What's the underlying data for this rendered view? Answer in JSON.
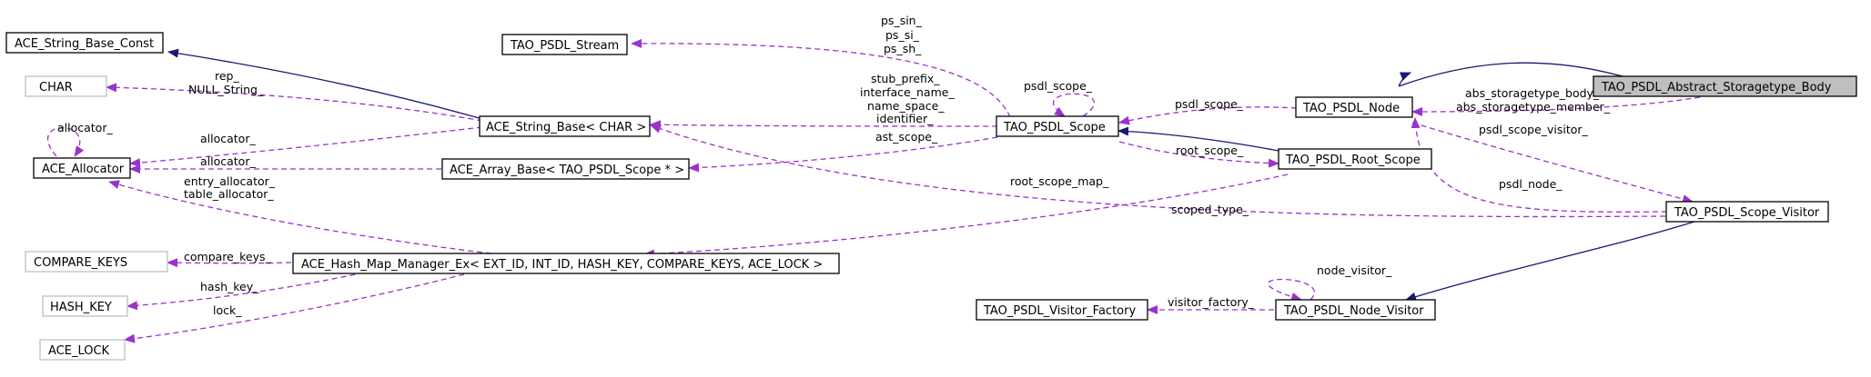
{
  "nodes": {
    "ace_string_base_const": "ACE_String_Base_Const",
    "tao_psdl_stream": "TAO_PSDL_Stream",
    "char": "CHAR",
    "ace_allocator": "ACE_Allocator",
    "ace_string_base_char": "ACE_String_Base< CHAR >",
    "ace_array_base": "ACE_Array_Base< TAO_PSDL_Scope * >",
    "tao_psdl_scope": "TAO_PSDL_Scope",
    "tao_psdl_node": "TAO_PSDL_Node",
    "tao_psdl_abstract_storagetype_body": "TAO_PSDL_Abstract_Storagetype_Body",
    "tao_psdl_root_scope": "TAO_PSDL_Root_Scope",
    "tao_psdl_scope_visitor": "TAO_PSDL_Scope_Visitor",
    "compare_keys": "COMPARE_KEYS",
    "ace_hash_map_manager_ex": "ACE_Hash_Map_Manager_Ex< EXT_ID, INT_ID, HASH_KEY, COMPARE_KEYS, ACE_LOCK >",
    "hash_key": "HASH_KEY",
    "ace_lock": "ACE_LOCK",
    "tao_psdl_visitor_factory": "TAO_PSDL_Visitor_Factory",
    "tao_psdl_node_visitor": "TAO_PSDL_Node_Visitor"
  },
  "edge_labels": {
    "ps_sin": "ps_sin_",
    "ps_si": "ps_si_",
    "ps_sh": "ps_sh_",
    "rep": "rep_",
    "null_string": "NULL_String_",
    "psdl_scope_self": "psdl_scope_",
    "stub_prefix": "stub_prefix_",
    "interface_name": "interface_name_",
    "name_space": "name_space_",
    "identifier": "identifier_",
    "psdl_scope": "psdl_scope_",
    "abs_storagetype_body": "abs_storagetype_body_",
    "abs_storagetype_member": "abs_storagetype_member_",
    "allocator_self": "allocator_",
    "allocator_1": "allocator_",
    "ast_scope": "ast_scope_",
    "root_scope": "root_scope_",
    "psdl_scope_visitor": "psdl_scope_visitor_",
    "allocator_2": "allocator_",
    "entry_allocator": "entry_allocator_",
    "table_allocator": "table_allocator_",
    "root_scope_map": "root_scope_map_",
    "psdl_node": "psdl_node_",
    "scoped_type": "scoped_type_",
    "compare_keys": "compare_keys_",
    "hash_key": "hash_key_",
    "lock": "lock_",
    "node_visitor": "node_visitor_",
    "visitor_factory": "visitor_factory_"
  },
  "colors": {
    "inheritance_edge": "#191970",
    "usage_edge": "#9a32cd",
    "highlight_fill": "#bfbfbf",
    "undocumented_border": "#bfbfbf"
  }
}
